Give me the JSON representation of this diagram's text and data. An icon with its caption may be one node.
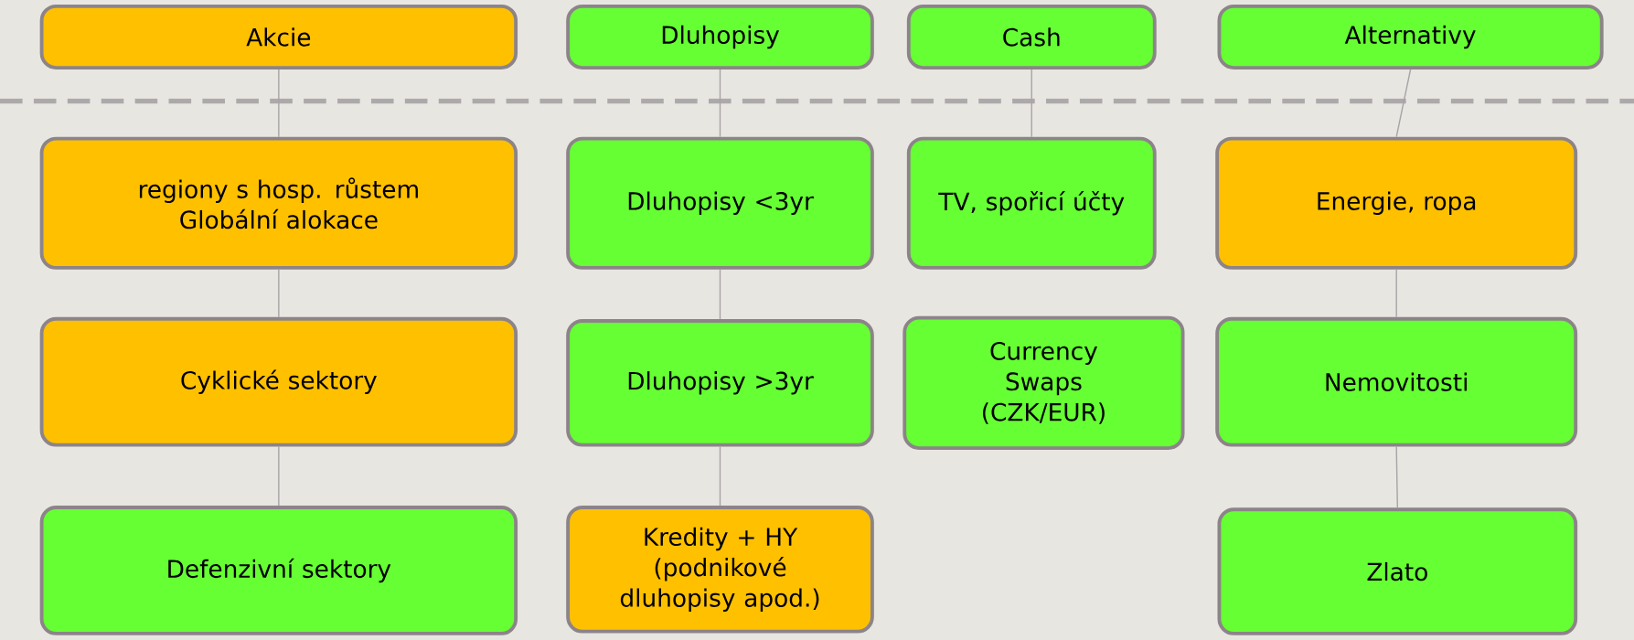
{
  "diagram": {
    "nodes": [
      {
        "text": [
          "Akcie"
        ]
      },
      {
        "text": [
          "Dluhopisy"
        ]
      },
      {
        "text": [
          "Cash"
        ]
      },
      {
        "text": [
          "Alternativy"
        ]
      },
      {
        "text": [
          "regiony s hosp. růstem Globální alokace"
        ]
      },
      {
        "text": [
          "Dluhopisy <3yr"
        ]
      },
      {
        "text": [
          "TV, spořicí účty"
        ]
      },
      {
        "text": [
          "Energie, ropa"
        ]
      },
      {
        "text": [
          "Cyklické sektory"
        ]
      },
      {
        "text": [
          "Dluhopisy >3yr"
        ]
      },
      {
        "text": [
          "Currency Swaps (CZK/EUR)"
        ]
      },
      {
        "text": [
          "Nemovitosti"
        ]
      },
      {
        "text": [
          "Defenzivní sektory"
        ]
      },
      {
        "text": [
          "Kredity + HY (podnikové dluhopisy apod.)"
        ]
      },
      {
        "text": [
          "Zlato"
        ]
      }
    ],
    "edges": [
      {
        "from": 0,
        "to": 4,
        "arrow": "none"
      },
      {
        "from": 4,
        "to": 8,
        "arrow": "none"
      },
      {
        "from": 8,
        "to": 12,
        "arrow": "none"
      },
      {
        "from": 1,
        "to": 5,
        "arrow": "none"
      },
      {
        "from": 5,
        "to": 9,
        "arrow": "none"
      },
      {
        "from": 9,
        "to": 13,
        "arrow": "none"
      },
      {
        "from": 2,
        "to": 6,
        "arrow": "none"
      },
      {
        "from": 3,
        "to": 7,
        "arrow": "none"
      },
      {
        "from": 7,
        "to": 11,
        "arrow": "none"
      },
      {
        "from": 11,
        "to": 14,
        "arrow": "none"
      }
    ]
  }
}
